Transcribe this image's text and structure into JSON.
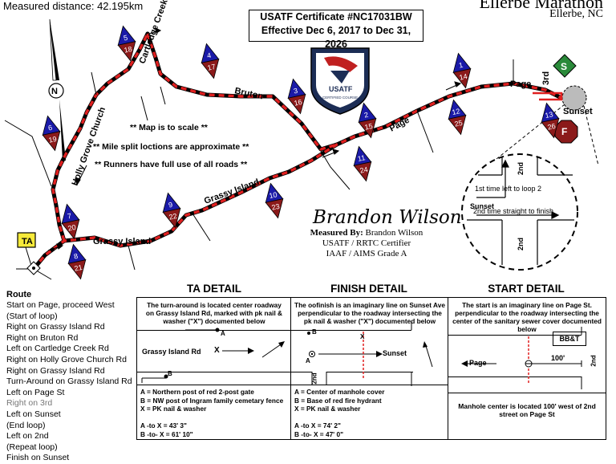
{
  "header": {
    "measured_distance": "Measured distance: 42.195km",
    "race_title": "Ellerbe Marathon",
    "race_location": "Ellerbe, NC",
    "certificate_line1": "USATF Certificate #NC17031BW",
    "certificate_line2": "Effective Dec 6, 2017 to Dec 31, 2026"
  },
  "logo": {
    "text": "USATF",
    "subtext": "CERTIFIED COURSE"
  },
  "map": {
    "streets": {
      "cartledge": "Cartledge Creek",
      "bruton": "Bruton",
      "holly": "Holly Grove Church",
      "grassy1": "Grassy Island",
      "grassy2": "Grassy Island",
      "page": "Page",
      "page2": "Page",
      "third": "3rd",
      "sunset": "Sunset"
    },
    "notes": [
      "** Map is to scale **",
      "** Mile split loctions are approximate **",
      "** Runners have full use of all roads **"
    ],
    "ta_label": "TA",
    "start_label": "S",
    "finish_label": "F",
    "mile_markers": [
      {
        "top": "1",
        "bottom": "14"
      },
      {
        "top": "2",
        "bottom": "15"
      },
      {
        "top": "3",
        "bottom": "16"
      },
      {
        "top": "4",
        "bottom": "17"
      },
      {
        "top": "5",
        "bottom": "18"
      },
      {
        "top": "6",
        "bottom": "19"
      },
      {
        "top": "7",
        "bottom": "20"
      },
      {
        "top": "8",
        "bottom": "21"
      },
      {
        "top": "9",
        "bottom": "22"
      },
      {
        "top": "10",
        "bottom": "23"
      },
      {
        "top": "11",
        "bottom": "24"
      },
      {
        "top": "12",
        "bottom": "25"
      },
      {
        "top": "13",
        "bottom": "26"
      }
    ],
    "inset": {
      "street_2nd_top": "2nd",
      "street_2nd_bottom": "2nd",
      "street_sunset": "Sunset",
      "line1": "1st time left to loop 2",
      "line2": "2nd time straight to finish"
    }
  },
  "measurer": {
    "signature": "Brandon Wilson",
    "measured_by_label": "Measured By:",
    "measured_by_name": "Brandon Wilson",
    "line2": "USATF / RRTC Certifier",
    "line3": "IAAF / AIMS Grade A"
  },
  "route": {
    "heading": "Route",
    "steps": [
      "Start on Page, proceed West",
      "(Start of loop)",
      "Right on Grassy Island Rd",
      "Right on Bruton Rd",
      "Left on Cartledge Creek Rd",
      "Right on Holly Grove Church Rd",
      "Right on Grassy Island Rd",
      "Turn-Around on Grassy Island Rd",
      "Left on Page St",
      "Right on 3rd",
      "Left on Sunset",
      "(End loop)",
      "Left on 2nd",
      "(Repeat loop)",
      "Finish on Sunset"
    ]
  },
  "ta_detail": {
    "heading": "TA DETAIL",
    "desc": "The turn-around is located center roadway on Grassy Island Rd, marked with pk nail & washer (\"X\") documented below",
    "road": "Grassy Island Rd",
    "x": "X",
    "a": "A",
    "b": "B",
    "legend": [
      "A = Northern post of red 2-post gate",
      "B = NW post of Ingram family cemetary fence",
      "X = PK nail & washer",
      "",
      "A -to X = 43' 3\"",
      "B -to- X = 61' 10\""
    ]
  },
  "finish_detail": {
    "heading": "FINISH DETAIL",
    "desc": "The oofinish is an imaginary line on Sunset Ave perpendicular to the roadway intersecting the pk nail & washer (\"X\") documented below",
    "road": "Sunset",
    "side": "2nd",
    "x": "X",
    "a": "A",
    "b": "B",
    "legend": [
      "A = Center of manhole cover",
      "B = Base of red fire hydrant",
      "X = PK nail & washer",
      "",
      "A -to X = 74' 2\"",
      "B -to- X = 47' 0\""
    ]
  },
  "start_detail": {
    "heading": "START DETAIL",
    "desc": "The start is an imaginary line on Page St. perpendicular to the roadway intersecting the center of the sanitary sewer cover documented below",
    "bank": "BB&T",
    "road": "Page",
    "side": "2nd",
    "dist": "100'",
    "note": "Manhole center is located 100' west of 2nd street on Page St"
  },
  "colors": {
    "route": "#e02020",
    "blue": "#1a1aa8",
    "red": "#8b1a1a",
    "start": "#2a8a3a",
    "finish": "#8b1a1a",
    "ta": "#f6ea3a"
  }
}
